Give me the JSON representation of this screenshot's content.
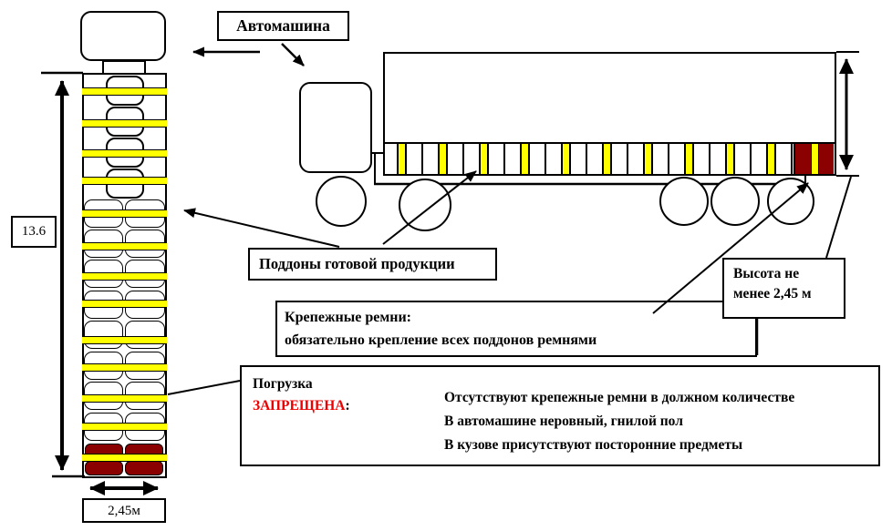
{
  "machine_label": {
    "text": "Автомашина"
  },
  "stack_dimensions": {
    "height_label": "13.6",
    "width_label": "2,45м"
  },
  "pallets_label": {
    "text": "Поддоны готовой продукции"
  },
  "height_note": {
    "text": "Высота не менее 2,45 м"
  },
  "straps_note": {
    "title": "Крепежные ремни:",
    "body": "обязательно крепление всех  поддонов ремнями"
  },
  "loading": {
    "title": "Погрузка",
    "forbidden": "ЗАПРЕЩЕНА",
    "colon": ":",
    "reasons": [
      "Отсутствуют крепежные ремни в должном количестве",
      "В автомашине неровный, гнилой пол",
      "В кузове присутствуют посторонние предметы"
    ]
  },
  "colors": {
    "strap_yellow": "#FFFF00",
    "defective_pallet_dark_red": "#8B0000",
    "forbidden_text_red": "#EE0000"
  }
}
